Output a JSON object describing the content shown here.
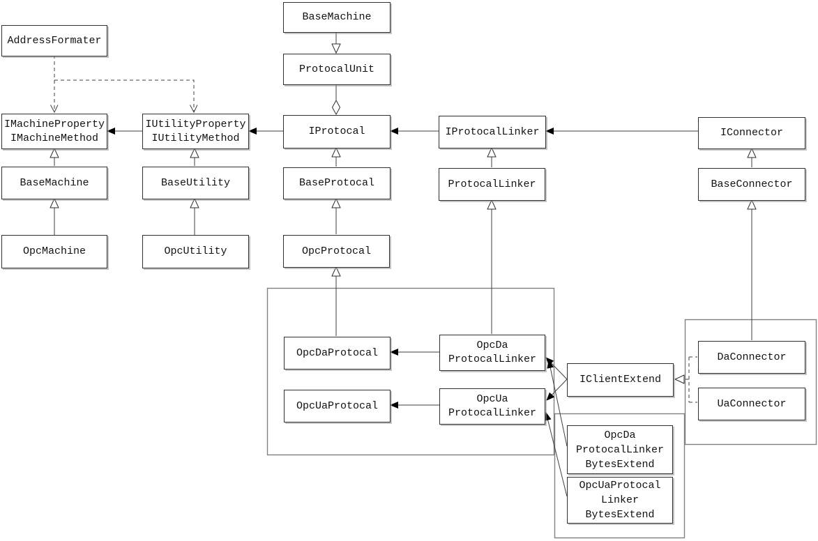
{
  "diagram_type": "uml-class-diagram",
  "colors": {
    "background": "#ffffff",
    "connector_line": "#3f3f3f",
    "box_border": "#2e2e2e",
    "container_border": "#808080",
    "filled_arrowhead": "#000000",
    "text": "#111111"
  },
  "nodes": {
    "base_machine_top": {
      "lines": [
        "BaseMachine"
      ]
    },
    "address_formater": {
      "lines": [
        "AddressFormater"
      ]
    },
    "protocal_unit": {
      "lines": [
        "ProtocalUnit"
      ]
    },
    "imachine": {
      "lines": [
        "IMachineProperty",
        "IMachineMethod"
      ]
    },
    "iutility": {
      "lines": [
        "IUtilityProperty",
        "IUtilityMethod"
      ]
    },
    "iprotocal": {
      "lines": [
        "IProtocal"
      ]
    },
    "iprotocal_linker": {
      "lines": [
        "IProtocalLinker"
      ]
    },
    "iconnector": {
      "lines": [
        "IConnector"
      ]
    },
    "base_machine_left": {
      "lines": [
        "BaseMachine"
      ]
    },
    "base_utility": {
      "lines": [
        "BaseUtility"
      ]
    },
    "base_protocal": {
      "lines": [
        "BaseProtocal"
      ]
    },
    "protocal_linker": {
      "lines": [
        "ProtocalLinker"
      ]
    },
    "base_connector": {
      "lines": [
        "BaseConnector"
      ]
    },
    "opc_machine": {
      "lines": [
        "OpcMachine"
      ]
    },
    "opc_utility": {
      "lines": [
        "OpcUtility"
      ]
    },
    "opc_protocal": {
      "lines": [
        "OpcProtocal"
      ]
    },
    "opc_da_protocal": {
      "lines": [
        "OpcDaProtocal"
      ]
    },
    "opc_da_linker": {
      "lines": [
        "OpcDa",
        "ProtocalLinker"
      ]
    },
    "opc_ua_protocal": {
      "lines": [
        "OpcUaProtocal"
      ]
    },
    "opc_ua_linker": {
      "lines": [
        "OpcUa",
        "ProtocalLinker"
      ]
    },
    "iclient_extend": {
      "lines": [
        "IClientExtend"
      ]
    },
    "da_connector": {
      "lines": [
        "DaConnector"
      ]
    },
    "ua_connector": {
      "lines": [
        "UaConnector"
      ]
    },
    "opcda_bytes": {
      "lines": [
        "OpcDa",
        "ProtocalLinker",
        "BytesExtend"
      ]
    },
    "opcua_bytes": {
      "lines": [
        "OpcUaProtocal",
        "Linker",
        "BytesExtend"
      ]
    }
  },
  "edges": [
    {
      "from": "AddressFormater",
      "to": "IMachineProperty/IMachineMethod",
      "type": "dashed-open-arrow"
    },
    {
      "from": "AddressFormater",
      "to": "IUtilityProperty/IUtilityMethod",
      "type": "dashed-open-arrow"
    },
    {
      "from": "IUtilityProperty/IUtilityMethod",
      "to": "IMachineProperty/IMachineMethod",
      "type": "filled-arrow"
    },
    {
      "from": "IProtocal",
      "to": "IUtilityProperty/IUtilityMethod",
      "type": "filled-arrow"
    },
    {
      "from": "IProtocalLinker",
      "to": "IProtocal",
      "type": "filled-arrow"
    },
    {
      "from": "IConnector",
      "to": "IProtocalLinker",
      "type": "filled-arrow"
    },
    {
      "from": "BaseMachine(left)",
      "to": "IMachineProperty/IMachineMethod",
      "type": "inheritance"
    },
    {
      "from": "OpcMachine",
      "to": "BaseMachine(left)",
      "type": "inheritance"
    },
    {
      "from": "BaseUtility",
      "to": "IUtilityProperty/IUtilityMethod",
      "type": "inheritance"
    },
    {
      "from": "OpcUtility",
      "to": "BaseUtility",
      "type": "inheritance"
    },
    {
      "from": "BaseMachine(top)",
      "to": "ProtocalUnit",
      "type": "inheritance-triangle-at-ProtocalUnit"
    },
    {
      "from": "ProtocalUnit",
      "to": "IProtocal",
      "type": "aggregation-hollow-diamond-at-IProtocal"
    },
    {
      "from": "BaseProtocal",
      "to": "IProtocal",
      "type": "inheritance"
    },
    {
      "from": "OpcProtocal",
      "to": "BaseProtocal",
      "type": "inheritance"
    },
    {
      "from": "OpcDaProtocal",
      "to": "OpcProtocal",
      "type": "inheritance"
    },
    {
      "from": "ProtocalLinker",
      "to": "IProtocalLinker",
      "type": "inheritance"
    },
    {
      "from": "OpcDaProtocalLinker",
      "to": "ProtocalLinker",
      "type": "inheritance"
    },
    {
      "from": "BaseConnector",
      "to": "IConnector",
      "type": "inheritance"
    },
    {
      "from": "DaConnector",
      "to": "BaseConnector",
      "type": "inheritance"
    },
    {
      "from": "OpcDaProtocalLinker",
      "to": "OpcDaProtocal",
      "type": "filled-arrow"
    },
    {
      "from": "OpcUaProtocalLinker",
      "to": "OpcUaProtocal",
      "type": "filled-arrow"
    },
    {
      "from": "IClientExtend",
      "to": "OpcDaProtocalLinker",
      "type": "filled-arrow"
    },
    {
      "from": "IClientExtend",
      "to": "OpcUaProtocalLinker",
      "type": "filled-arrow"
    },
    {
      "from": "OpcDaProtocalLinkerBytesExtend",
      "to": "OpcDaProtocalLinker",
      "type": "filled-arrow"
    },
    {
      "from": "OpcUaProtocalLinkerBytesExtend",
      "to": "OpcUaProtocalLinker",
      "type": "filled-arrow"
    },
    {
      "from": "DaConnector",
      "to": "IClientExtend",
      "type": "dashed-realization"
    },
    {
      "from": "UaConnector",
      "to": "IClientExtend",
      "type": "dashed-realization"
    }
  ]
}
